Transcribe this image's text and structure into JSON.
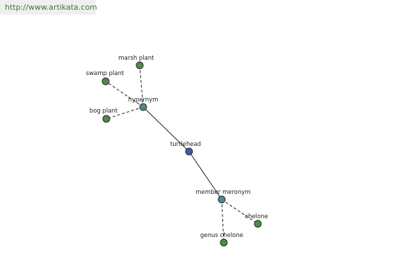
{
  "watermark": {
    "text": "http://www.artikata.com"
  },
  "colors": {
    "center": "#4a55a8",
    "relation": "#4f8a8c",
    "leaf": "#4f8a4a"
  },
  "nodes": [
    {
      "id": "turtlehead",
      "label": "turtlehead",
      "kind": "center"
    },
    {
      "id": "hypernym",
      "label": "hypernym",
      "kind": "relation"
    },
    {
      "id": "member-meronym",
      "label": "member meronym",
      "kind": "relation"
    },
    {
      "id": "marsh-plant",
      "label": "marsh plant",
      "kind": "leaf"
    },
    {
      "id": "swamp-plant",
      "label": "swamp plant",
      "kind": "leaf"
    },
    {
      "id": "bog-plant",
      "label": "bog plant",
      "kind": "leaf"
    },
    {
      "id": "chelone",
      "label": "chelone",
      "kind": "leaf"
    },
    {
      "id": "genus-chelone",
      "label": "genus chelone",
      "kind": "leaf"
    }
  ],
  "edges": [
    {
      "from": "turtlehead",
      "to": "hypernym",
      "style": "solid"
    },
    {
      "from": "turtlehead",
      "to": "member-meronym",
      "style": "solid"
    },
    {
      "from": "hypernym",
      "to": "marsh-plant",
      "style": "dashed"
    },
    {
      "from": "hypernym",
      "to": "swamp-plant",
      "style": "dashed"
    },
    {
      "from": "hypernym",
      "to": "bog-plant",
      "style": "dashed"
    },
    {
      "from": "member-meronym",
      "to": "chelone",
      "style": "dashed"
    },
    {
      "from": "member-meronym",
      "to": "genus-chelone",
      "style": "dashed"
    }
  ]
}
